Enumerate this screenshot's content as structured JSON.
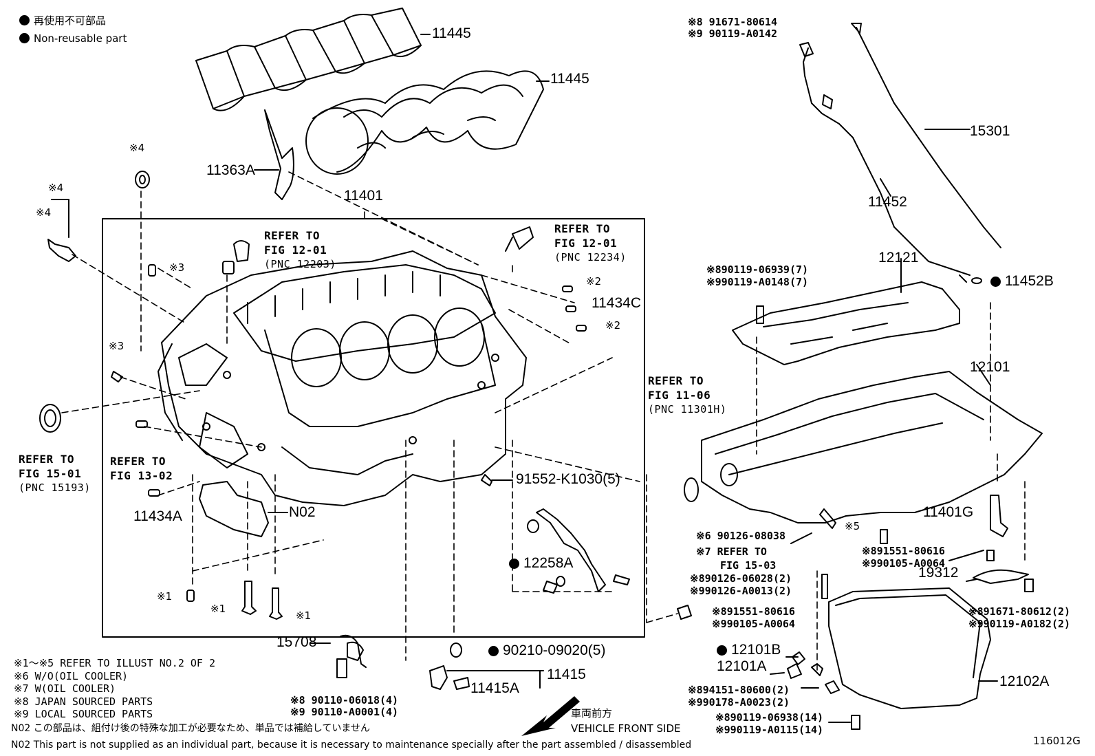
{
  "legend": {
    "line1": "再使用不可部品",
    "line2": "Non-reusable part"
  },
  "labels": {
    "p11445_a": "11445",
    "p11445_b": "11445",
    "p11363A": "11363A",
    "p11401": "11401",
    "p11401G": "11401G",
    "p11434A": "11434A",
    "p11434C": "11434C",
    "n02": "N02",
    "p12258A": "12258A",
    "p91552": "91552-K1030(5)",
    "p15708": "15708",
    "p11415": "11415",
    "p11415A": "11415A",
    "p90210": "90210-09020(5)",
    "p15301": "15301",
    "p11452": "11452",
    "p11452B": "11452B",
    "p12121": "12121",
    "p12101": "12101",
    "p12101A": "12101A",
    "p12101B": "12101B",
    "p12102A": "12102A",
    "p19312": "19312",
    "fig_code": "116012G"
  },
  "marks": {
    "m4a": "※4",
    "m4b": "※4",
    "m4c": "※4",
    "m3a": "※3",
    "m3b": "※3",
    "m2a": "※2",
    "m2b": "※2",
    "m1a": "※1",
    "m1b": "※1",
    "m1c": "※1",
    "m5": "※5"
  },
  "refs": {
    "r1": {
      "l1": "REFER TO",
      "l2": "FIG 12-01",
      "l3": "(PNC 12203)"
    },
    "r2": {
      "l1": "REFER TO",
      "l2": "FIG 12-01",
      "l3": "(PNC 12234)"
    },
    "r3": {
      "l1": "REFER TO",
      "l2": "FIG 15-01",
      "l3": "(PNC 15193)"
    },
    "r4": {
      "l1": "REFER TO",
      "l2": "FIG 13-02"
    },
    "r5": {
      "l1": "REFER TO",
      "l2": "FIG 11-06",
      "l3": "(PNC 11301H)"
    }
  },
  "stacked": {
    "top_bolt_1": "※8 91671-80614",
    "top_bolt_2": "※9 90119-A0142",
    "cover_bolt_1": "※890119-06939(7)",
    "cover_bolt_2": "※990119-A0148(7)",
    "s6": "※6 90126-08038",
    "s7a": "※7 REFER TO",
    "s7b": "FIG 15-03",
    "s8a": "※890126-06028(2)",
    "s8b": "※990126-A0013(2)",
    "s89a": "※891551-80616",
    "s89b": "※990105-A0064",
    "s89c": "※891551-80616",
    "s89d": "※990105-A0064",
    "r1612a": "※891671-80612(2)",
    "r1612b": "※990119-A0182(2)",
    "d1a": "※894151-80600(2)",
    "d1b": "※990178-A0023(2)",
    "d2a": "※890119-06938(14)",
    "d2b": "※990119-A0115(14)",
    "b15a": "※8 90110-06018(4)",
    "b15b": "※9 90110-A0001(4)"
  },
  "notes": {
    "n1": "※1～※5 REFER TO ILLUST NO.2 OF 2",
    "n2": "※6 W/O(OIL COOLER)",
    "n3": "※7 W(OIL COOLER)",
    "n4": "※8 JAPAN SOURCED PARTS",
    "n5": "※9 LOCAL SOURCED PARTS",
    "n6": "N02  この部品は、組付け後の特殊な加工が必要なため、単品では補給していません",
    "n7": "N02  This part is not supplied as an individual part, because it is necessary to maintenance specially after the part assembled / disassembled"
  },
  "front": {
    "jp": "車両前方",
    "en": "VEHICLE FRONT SIDE"
  }
}
